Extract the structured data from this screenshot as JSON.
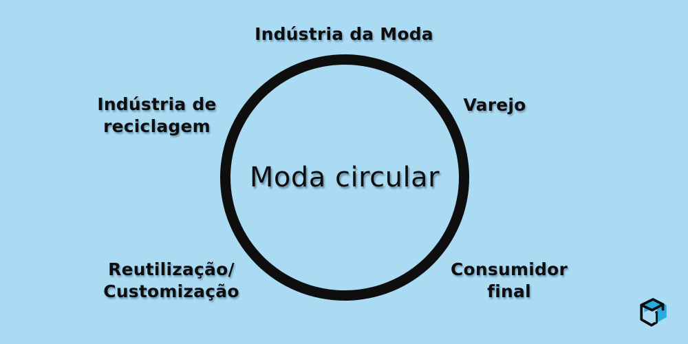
{
  "colors": {
    "background": "#abdaf3",
    "ink": "#0e0e0e",
    "logo_blue": "#29abe2"
  },
  "diagram": {
    "center_label": "Moda circular",
    "nodes": [
      {
        "position": "top",
        "label": "Indústria da Moda"
      },
      {
        "position": "left-top",
        "label": "Indústria de\nreciclagem"
      },
      {
        "position": "right-top",
        "label": "Varejo"
      },
      {
        "position": "left-bottom",
        "label": "Reutilização/\nCustomização"
      },
      {
        "position": "right-bottom",
        "label": "Consumidor\nfinal"
      }
    ]
  },
  "branding": {
    "logo_icon": "cube-m-logo"
  }
}
